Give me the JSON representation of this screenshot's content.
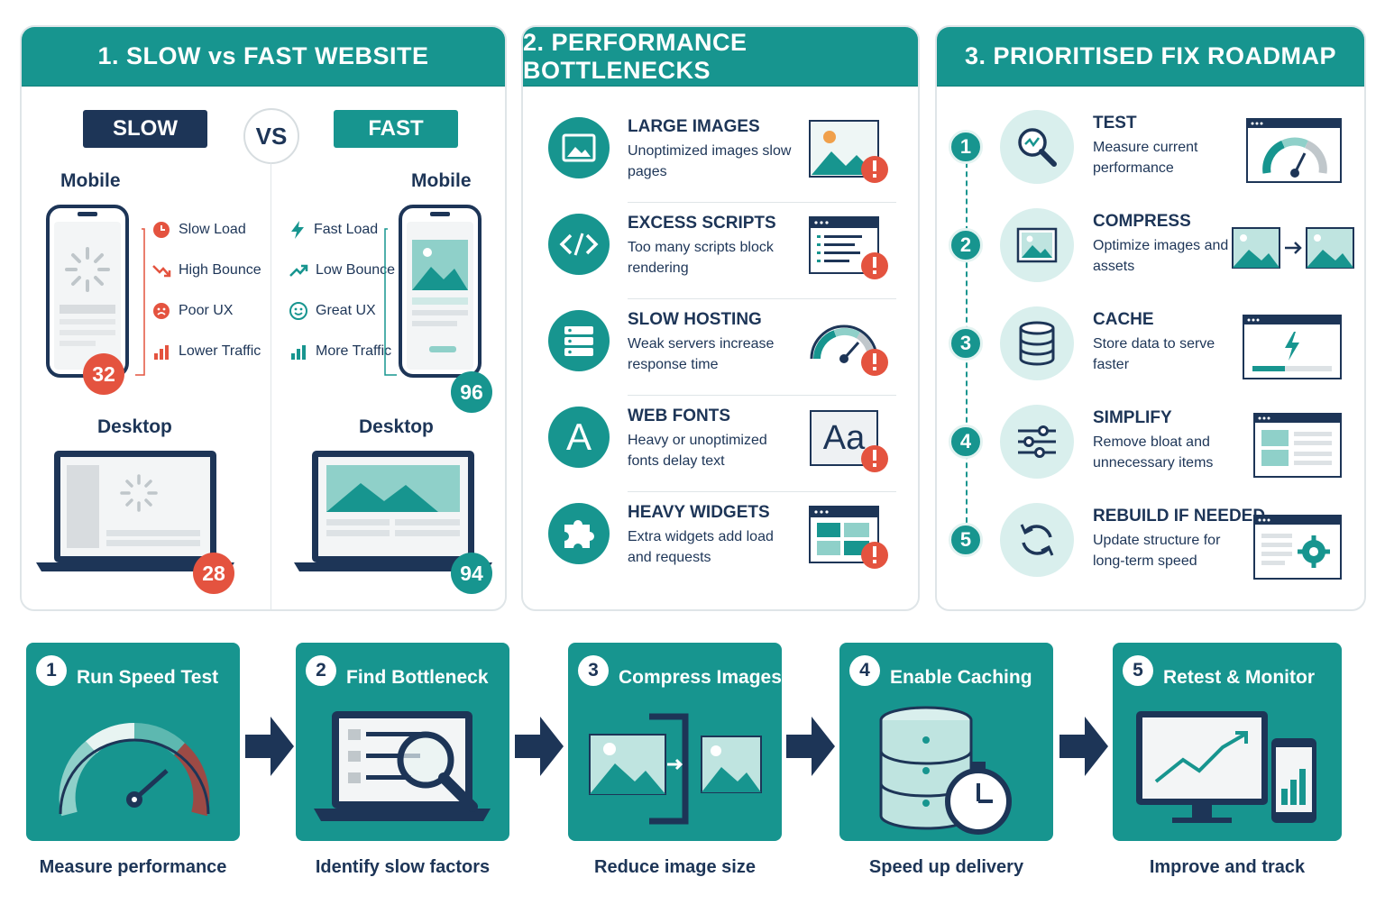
{
  "panels": {
    "comparison": {
      "title": "1. SLOW vs FAST WEBSITE",
      "slow_label": "SLOW",
      "vs_label": "VS",
      "fast_label": "FAST",
      "mobile_label": "Mobile",
      "desktop_label": "Desktop",
      "slow_metrics": [
        "Slow Load",
        "High Bounce",
        "Poor UX",
        "Lower Traffic"
      ],
      "fast_metrics": [
        "Fast Load",
        "Low Bounce",
        "Great UX",
        "More Traffic"
      ],
      "slow_mobile_score": "32",
      "fast_mobile_score": "96",
      "slow_desktop_score": "28",
      "fast_desktop_score": "94"
    },
    "bottlenecks": {
      "title": "2. PERFORMANCE BOTTLENECKS",
      "items": [
        {
          "title": "LARGE IMAGES",
          "desc": "Unoptimized images slow pages",
          "icon": "image-icon"
        },
        {
          "title": "EXCESS SCRIPTS",
          "desc": "Too many scripts block rendering",
          "icon": "code-icon"
        },
        {
          "title": "SLOW HOSTING",
          "desc": "Weak servers increase response time",
          "icon": "server-icon"
        },
        {
          "title": "WEB FONTS",
          "desc": "Heavy or unoptimized fonts delay text",
          "icon": "font-icon"
        },
        {
          "title": "HEAVY WIDGETS",
          "desc": "Extra widgets add load and requests",
          "icon": "puzzle-icon"
        }
      ],
      "font_sample": "Aa",
      "letter_a": "A"
    },
    "roadmap": {
      "title": "3. PRIORITISED FIX ROADMAP",
      "items": [
        {
          "num": "1",
          "title": "TEST",
          "desc": "Measure current performance",
          "icon": "magnifier-icon"
        },
        {
          "num": "2",
          "title": "COMPRESS",
          "desc": "Optimize images and assets",
          "icon": "image-icon"
        },
        {
          "num": "3",
          "title": "CACHE",
          "desc": "Store data to serve faster",
          "icon": "database-icon"
        },
        {
          "num": "4",
          "title": "SIMPLIFY",
          "desc": "Remove bloat and unnecessary items",
          "icon": "sliders-icon"
        },
        {
          "num": "5",
          "title": "REBUILD IF NEEDED",
          "desc": "Update structure for long-term speed",
          "icon": "refresh-icon"
        }
      ]
    }
  },
  "steps": [
    {
      "num": "1",
      "title": "Run Speed Test",
      "caption": "Measure performance"
    },
    {
      "num": "2",
      "title": "Find Bottleneck",
      "caption": "Identify slow factors"
    },
    {
      "num": "3",
      "title": "Compress Images",
      "caption": "Reduce image size"
    },
    {
      "num": "4",
      "title": "Enable Caching",
      "caption": "Speed up delivery"
    },
    {
      "num": "5",
      "title": "Retest & Monitor",
      "caption": "Improve and track"
    }
  ],
  "colors": {
    "teal": "#17958f",
    "navy": "#1d3557",
    "alert_red": "#e4533f",
    "light_teal": "#d9efed"
  }
}
